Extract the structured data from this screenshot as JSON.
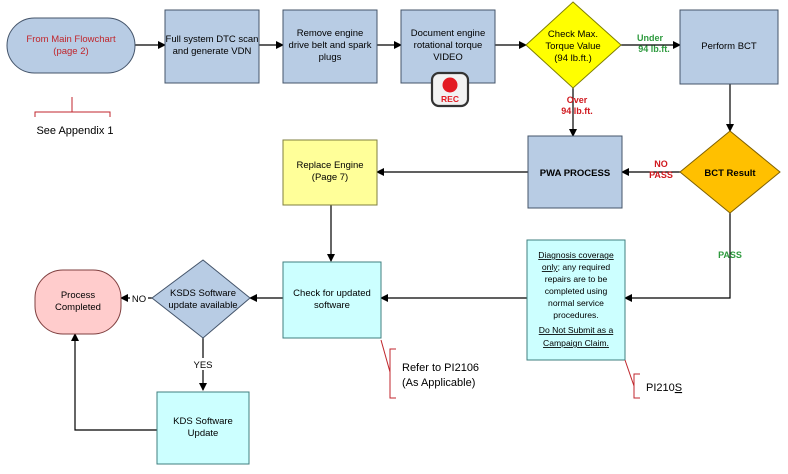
{
  "nodes": {
    "start": [
      "From Main Flowchart",
      "(page 2)"
    ],
    "dtc_scan": [
      "Full system DTC scan",
      "and generate VDN"
    ],
    "remove_belt": [
      "Remove engine",
      "drive belt and spark",
      "plugs"
    ],
    "document_torque": [
      "Document engine",
      "rotational torque",
      "VIDEO"
    ],
    "rec_badge": "REC",
    "check_torque": [
      "Check Max.",
      "Torque Value",
      "(94 lb.ft.)"
    ],
    "perform_bct": "Perform BCT",
    "bct_result": "BCT Result",
    "pwa_process": "PWA PROCESS",
    "replace_engine": [
      "Replace Engine",
      "(Page 7)"
    ],
    "diagnosis_note": [
      "Diagnosis coverage",
      "only",
      "; any required",
      "repairs are to be",
      "completed using",
      "normal service",
      "procedures.",
      "Do Not Submit as a",
      "Campaign Claim."
    ],
    "check_updated": [
      "Check for updated",
      "software"
    ],
    "ksds_available": [
      "KSDS Software",
      "update available"
    ],
    "process_completed": [
      "Process",
      "Completed"
    ],
    "kds_update": [
      "KDS Software",
      "Update"
    ]
  },
  "edge_labels": {
    "under": [
      "Under",
      "94 lb.ft."
    ],
    "over": [
      "Over",
      "94 lb.ft."
    ],
    "no_pass": [
      "NO",
      "PASS"
    ],
    "pass": "PASS",
    "no": "NO",
    "yes": "YES"
  },
  "annotations": {
    "appendix": "See Appendix 1",
    "refer": [
      "Refer to PI2106",
      "(As Applicable)"
    ],
    "pi_ref_prefix": "PI210",
    "pi_ref_suffix": "S"
  },
  "colors": {
    "blue_fill": "#b8cce4",
    "yellow_fill": "#ffff99",
    "diamond_yellow": "#ffff00",
    "diamond_orange": "#ffc000",
    "cyan_fill": "#ccffff",
    "start_fill": "#b8cce4",
    "end_fill": "#ffcccc",
    "rec_red": "#e31b23",
    "bracket_red": "#c0262c"
  }
}
